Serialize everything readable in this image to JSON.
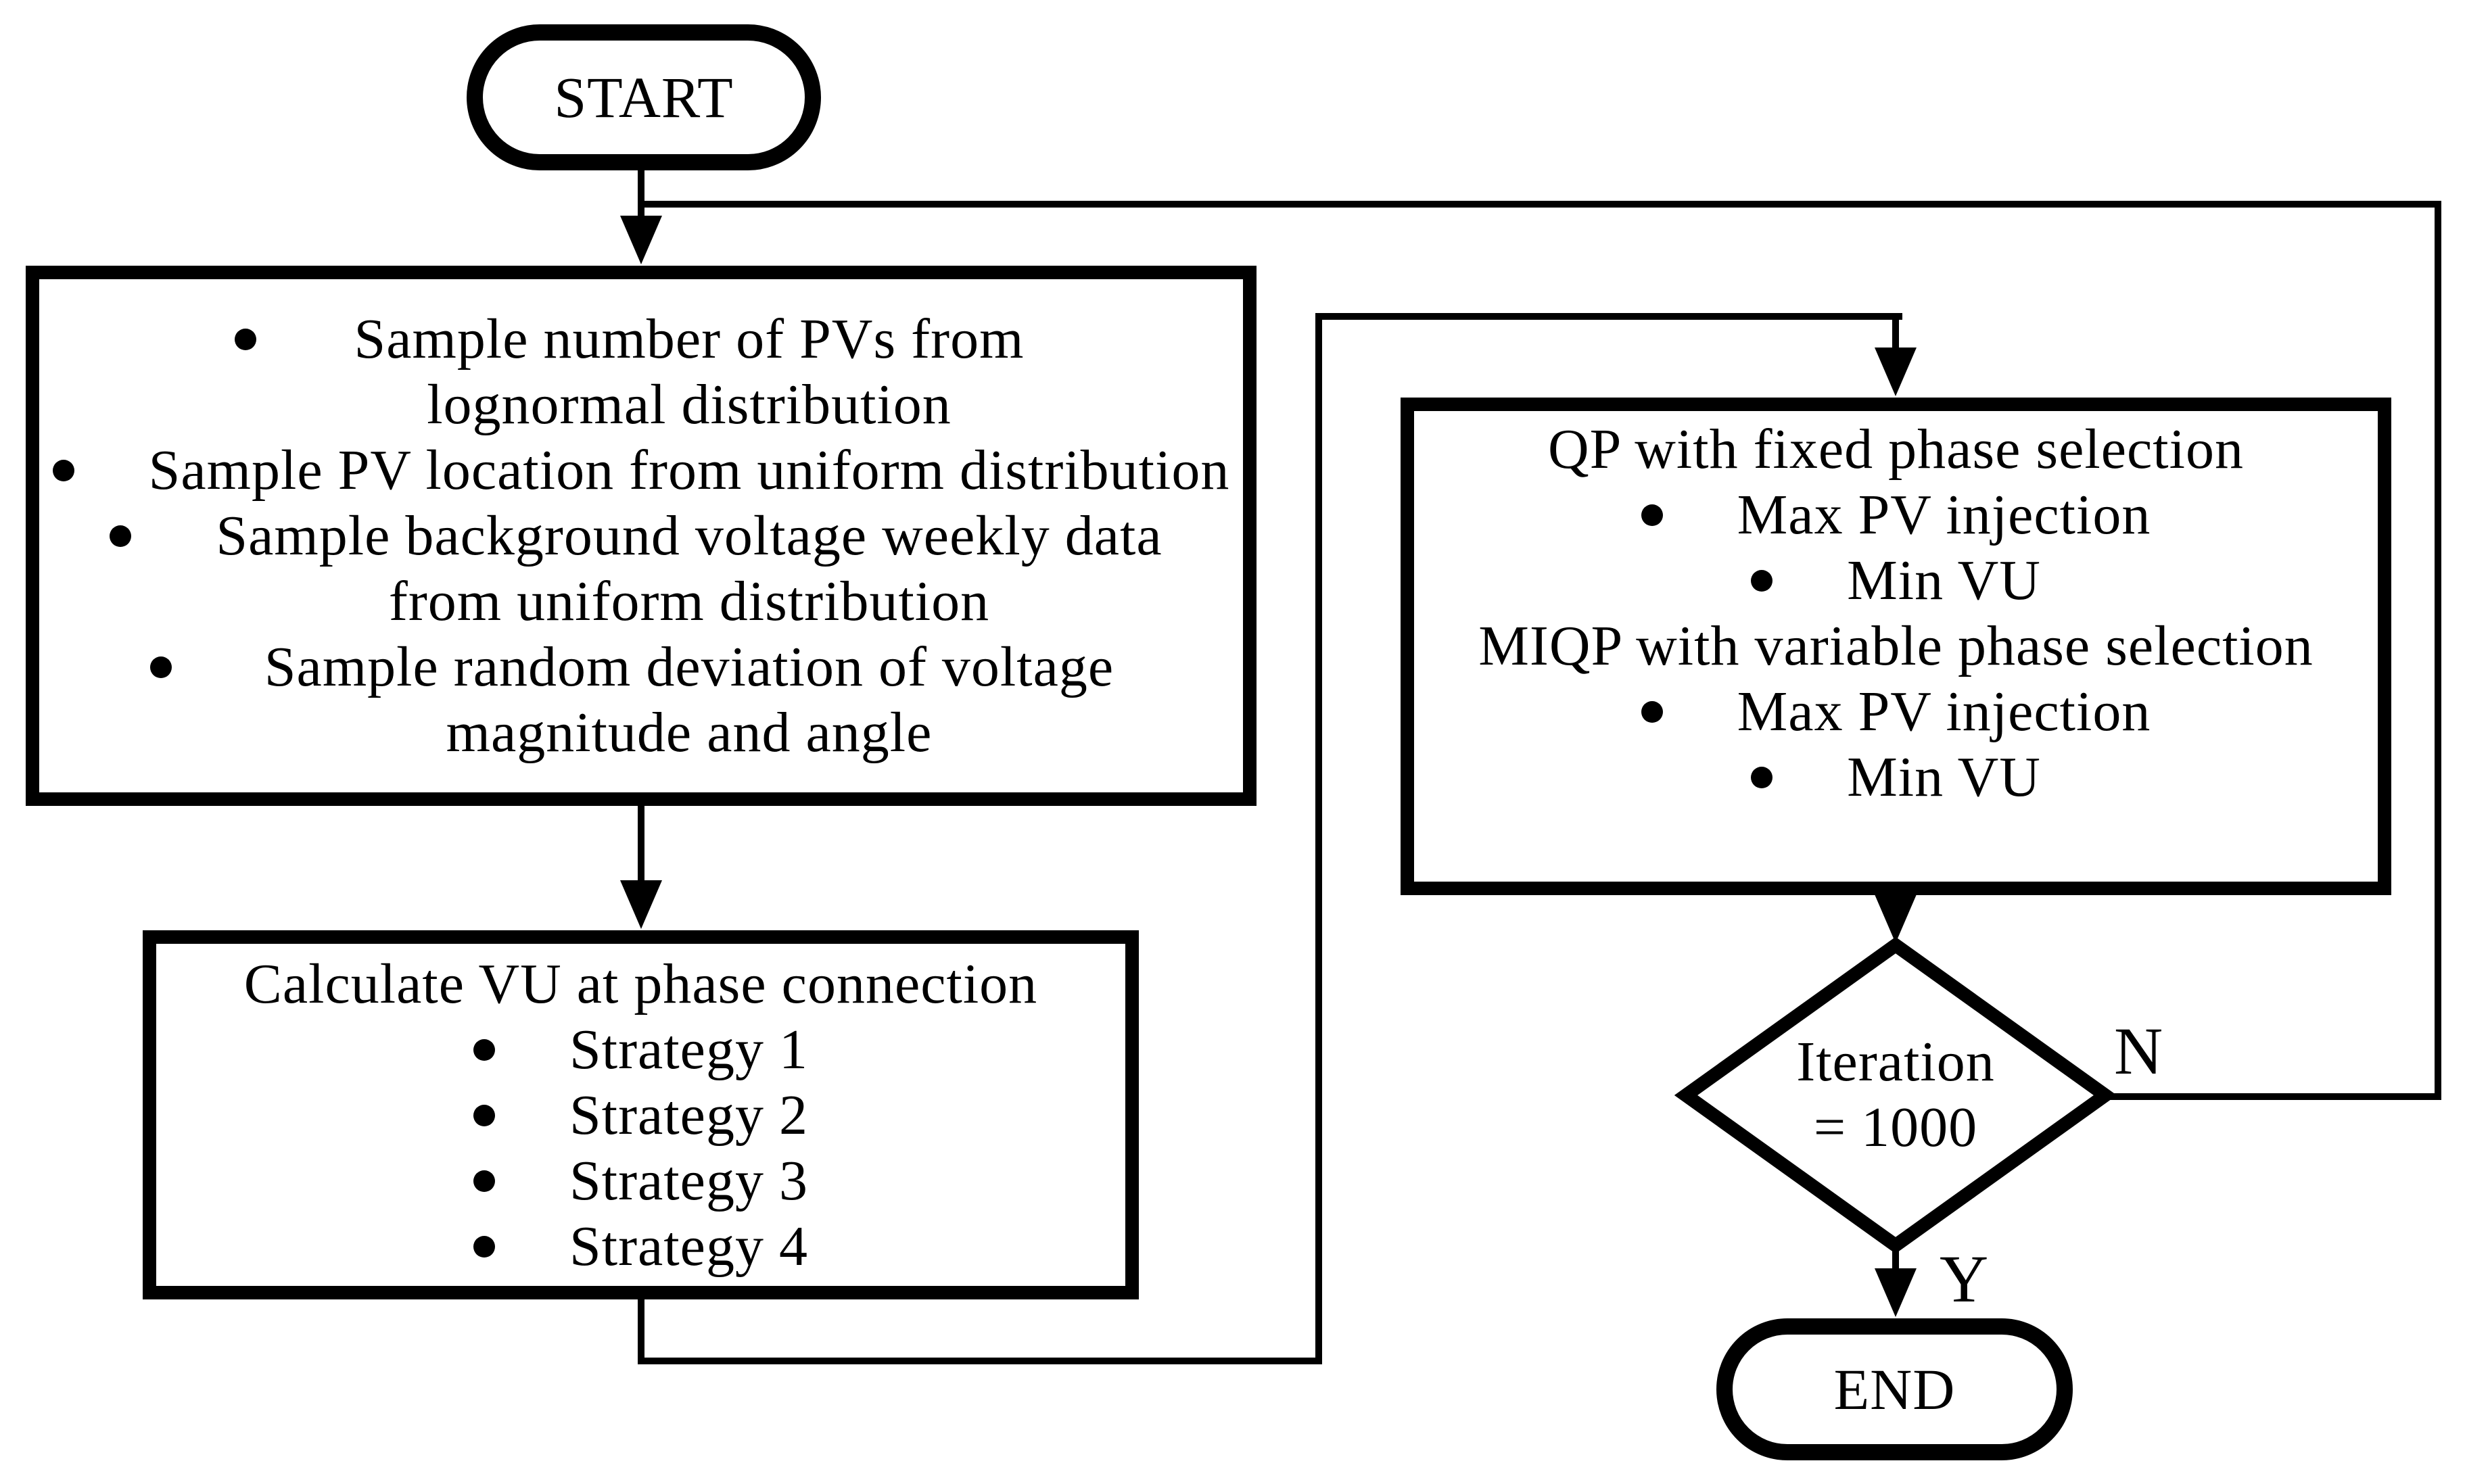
{
  "diagram": {
    "start": {
      "label": "START"
    },
    "sampling_box": {
      "items": [
        "Sample number of PVs from lognormal distribution",
        "Sample PV location from uniform distribution",
        "Sample background voltage weekly data from uniform distribution",
        "Sample random deviation of voltage magnitude and angle"
      ]
    },
    "calculate_box": {
      "title": "Calculate VU at phase connection",
      "items": [
        "Strategy 1",
        "Strategy 2",
        "Strategy 3",
        "Strategy 4"
      ]
    },
    "optimization_box": {
      "groups": [
        {
          "title": "QP with fixed phase selection",
          "items": [
            "Max PV injection",
            "Min VU"
          ]
        },
        {
          "title": "MIQP with variable phase selection",
          "items": [
            "Max PV injection",
            "Min VU"
          ]
        }
      ]
    },
    "decision": {
      "label": "Iteration = 1000",
      "no_label": "N",
      "yes_label": "Y"
    },
    "end": {
      "label": "END"
    },
    "colors": {
      "stroke": "#000000",
      "background": "#ffffff"
    }
  }
}
